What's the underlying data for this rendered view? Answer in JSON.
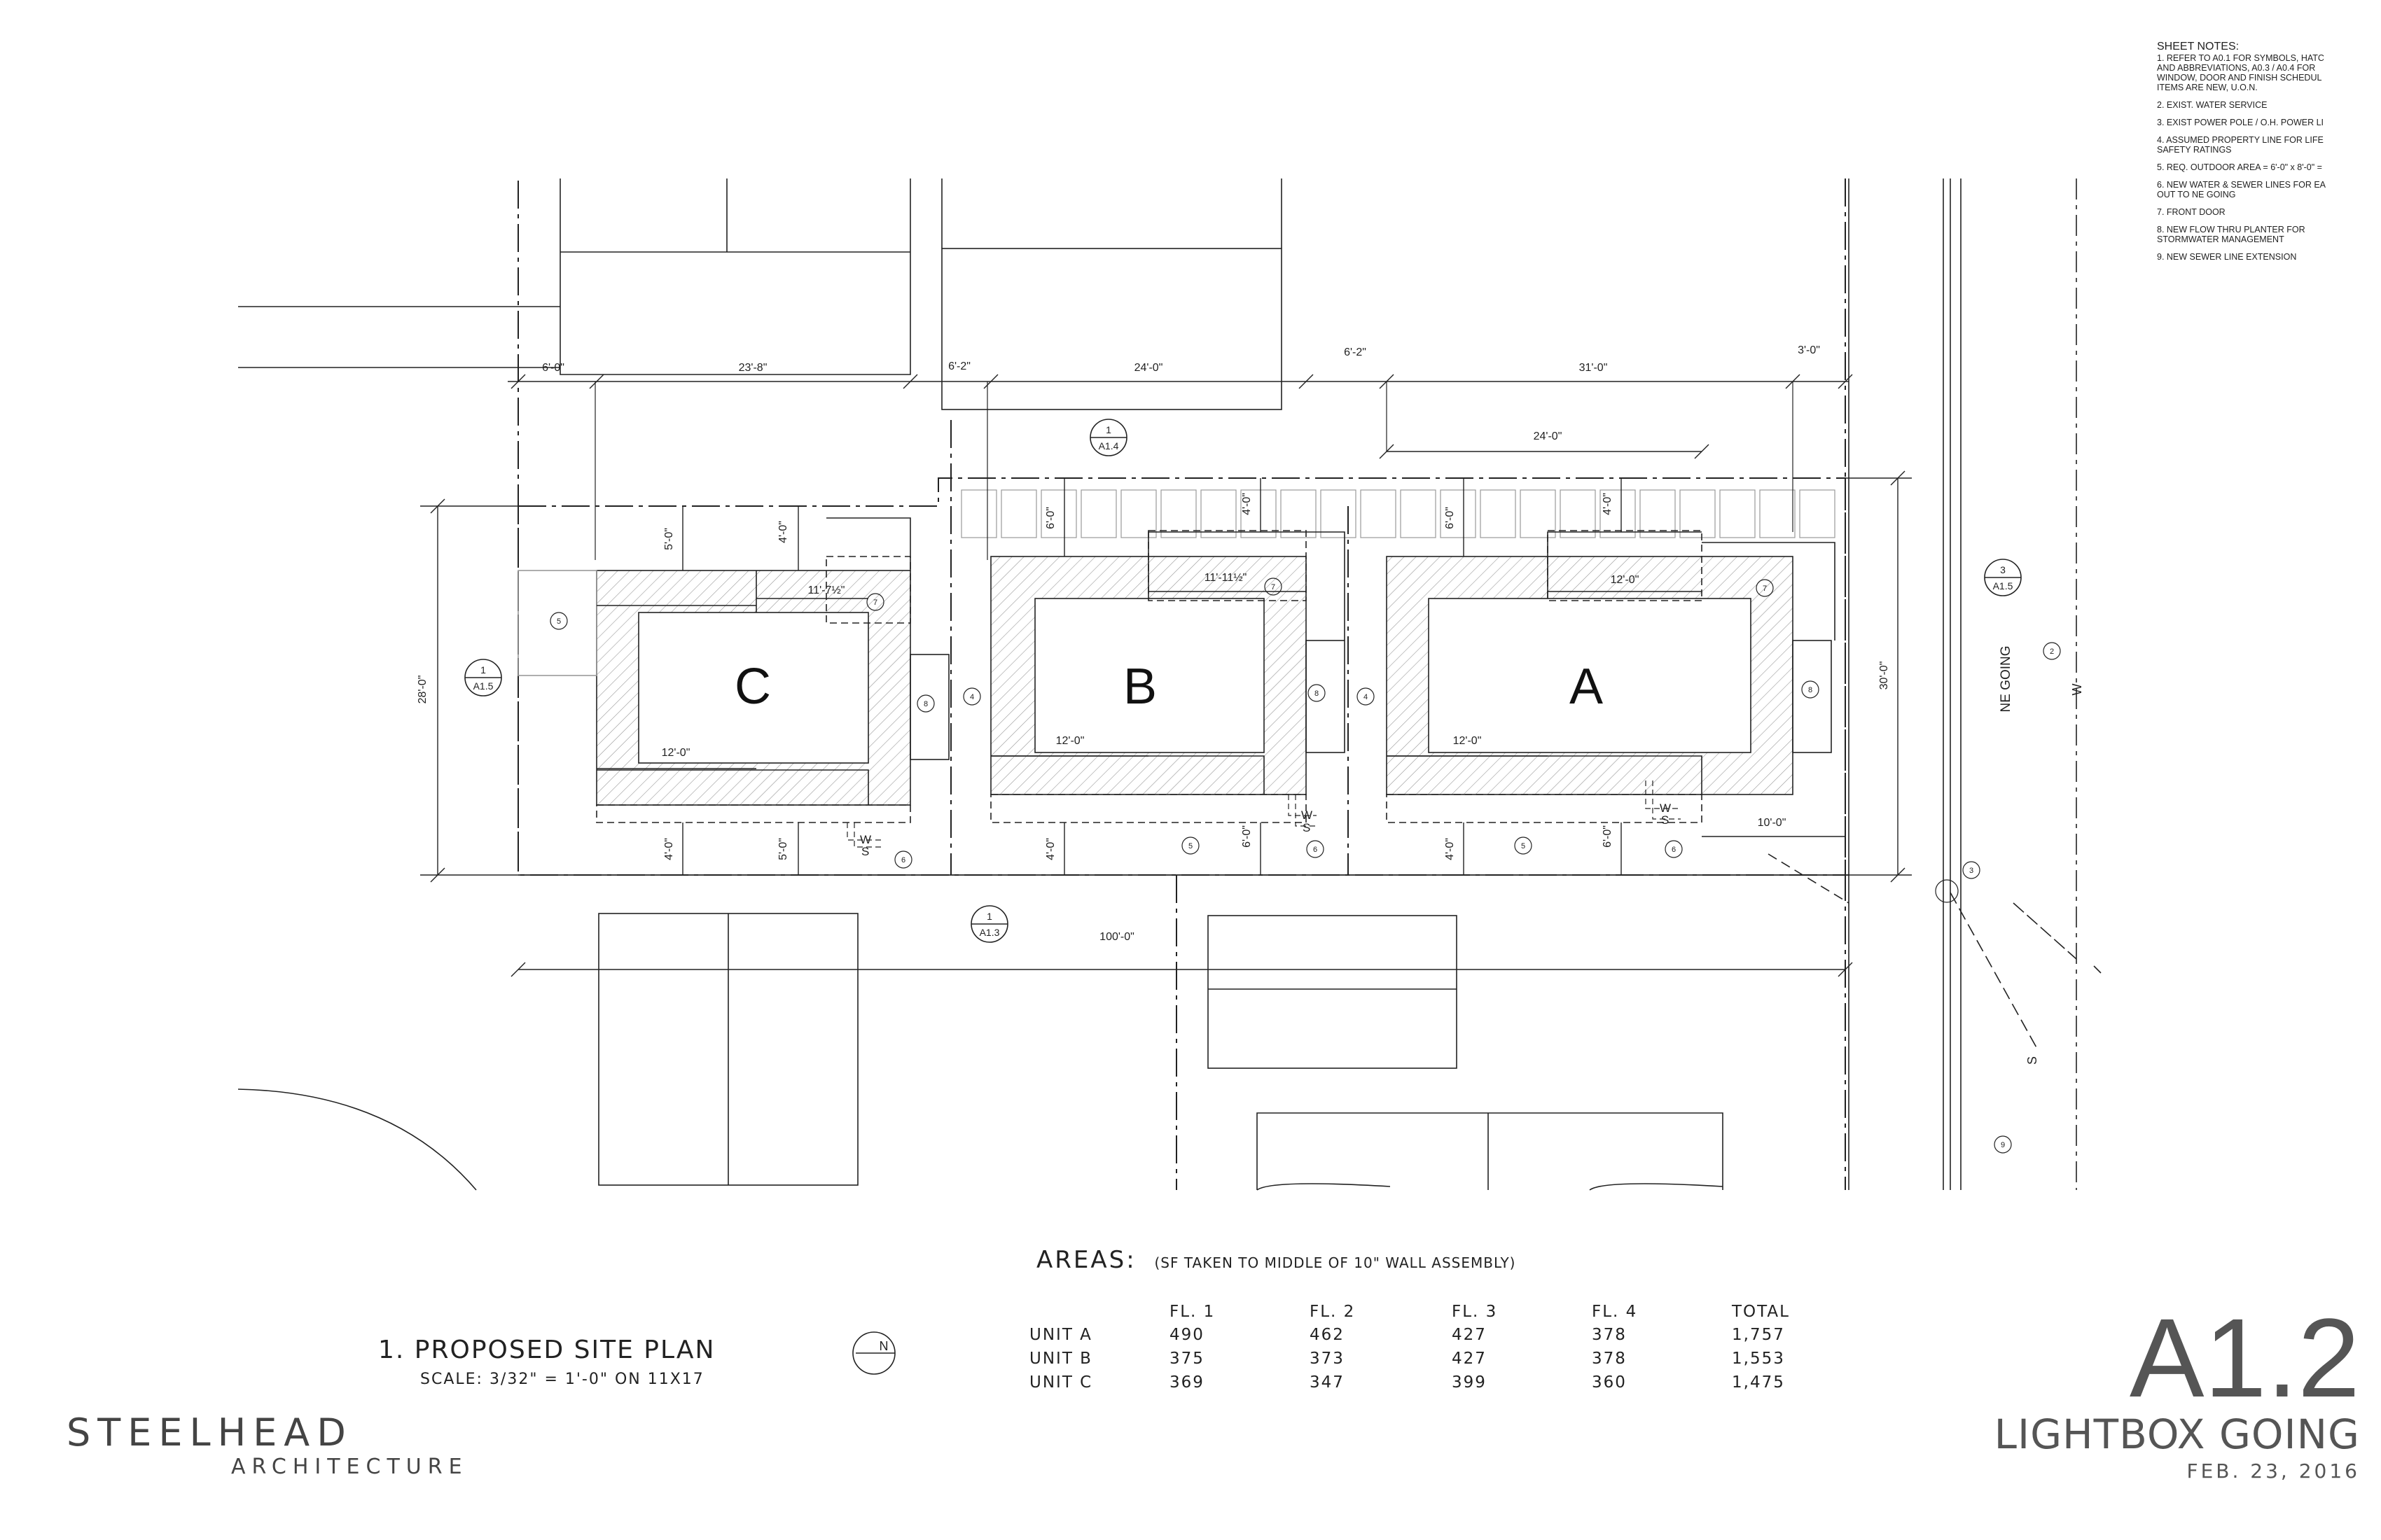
{
  "sheet_notes": {
    "title": "SHEET NOTES:",
    "items": [
      "1. REFER TO A0.1 FOR SYMBOLS, HATC\nAND ABBREVIATIONS, A0.3 / A0.4 FOR\nWINDOW, DOOR AND FINISH SCHEDUL\nITEMS ARE NEW, U.O.N.",
      "2. EXIST. WATER SERVICE",
      "3. EXIST POWER POLE / O.H. POWER LI",
      "4. ASSUMED PROPERTY LINE FOR LIFE\nSAFETY RATINGS",
      "5. REQ. OUTDOOR AREA = 6'-0\" x 8'-0\" =",
      "6. NEW WATER & SEWER LINES FOR EA\nOUT TO NE GOING",
      "7. FRONT DOOR",
      "8. NEW FLOW THRU PLANTER FOR\nSTORMWATER MANAGEMENT",
      "9. NEW SEWER LINE EXTENSION"
    ]
  },
  "units": {
    "c": "C",
    "b": "B",
    "a": "A"
  },
  "dimensions": {
    "top_6_0": "6'-0\"",
    "top_23_8": "23'-8\"",
    "top_6_2a": "6'-2\"",
    "top_24_0": "24'-0\"",
    "top_6_2b": "6'-2\"",
    "top_31_0": "31'-0\"",
    "top_3_0": "3'-0\"",
    "a_24_0": "24'-0\"",
    "c_5_0": "5'-0\"",
    "c_4_0": "4'-0\"",
    "c_11_7": "11'-7½\"",
    "c_12_0": "12'-0\"",
    "c_bot_4_0": "4'-0\"",
    "c_bot_5_0": "5'-0\"",
    "b_6_0": "6'-0\"",
    "b_4_0": "4'-0\"",
    "b_11_11": "11'-11½\"",
    "b_12_0": "12'-0\"",
    "b_bot_4_0": "4'-0\"",
    "b_bot_6_0": "6'-0\"",
    "a_6_0": "6'-0\"",
    "a_4_0": "4'-0\"",
    "a_12_0_top": "12'-0\"",
    "a_12_0": "12'-0\"",
    "a_bot_4_0": "4'-0\"",
    "a_bot_6_0": "6'-0\"",
    "a_10_0": "10'-0\"",
    "left_28_0": "28'-0\"",
    "right_30_0": "30'-0\"",
    "bottom_100_0": "100'-0\""
  },
  "section_markers": [
    {
      "num": "1",
      "ref": "A1.4"
    },
    {
      "num": "1",
      "ref": "A1.5"
    },
    {
      "num": "3",
      "ref": "A1.5"
    },
    {
      "num": "1",
      "ref": "A1.3"
    }
  ],
  "utility_labels": {
    "w": "W",
    "s": "S",
    "street": "NE GOING",
    "north": "N"
  },
  "key_notes": {
    "n2": "2",
    "n3": "3",
    "n4": "4",
    "n5": "5",
    "n6": "6",
    "n7": "7",
    "n8": "8",
    "n9": "9"
  },
  "title_block": {
    "drawing_title": "1. PROPOSED SITE PLAN",
    "scale": "SCALE: 3/32\" = 1'-0\" ON 11X17",
    "firm_name": "STEELHEAD",
    "firm_sub": "ARCHITECTURE",
    "sheet_number": "A1.2",
    "project_name": "LIGHTBOX GOING",
    "date": "FEB. 23, 2016"
  },
  "areas": {
    "title": "AREAS:",
    "note": "(SF TAKEN TO MIDDLE OF 10\" WALL ASSEMBLY)",
    "columns": [
      "",
      "FL. 1",
      "FL. 2",
      "FL. 3",
      "FL. 4",
      "TOTAL"
    ],
    "rows": [
      [
        "UNIT A",
        "490",
        "462",
        "427",
        "378",
        "1,757"
      ],
      [
        "UNIT B",
        "375",
        "373",
        "427",
        "378",
        "1,553"
      ],
      [
        "UNIT C",
        "369",
        "347",
        "399",
        "360",
        "1,475"
      ]
    ]
  }
}
